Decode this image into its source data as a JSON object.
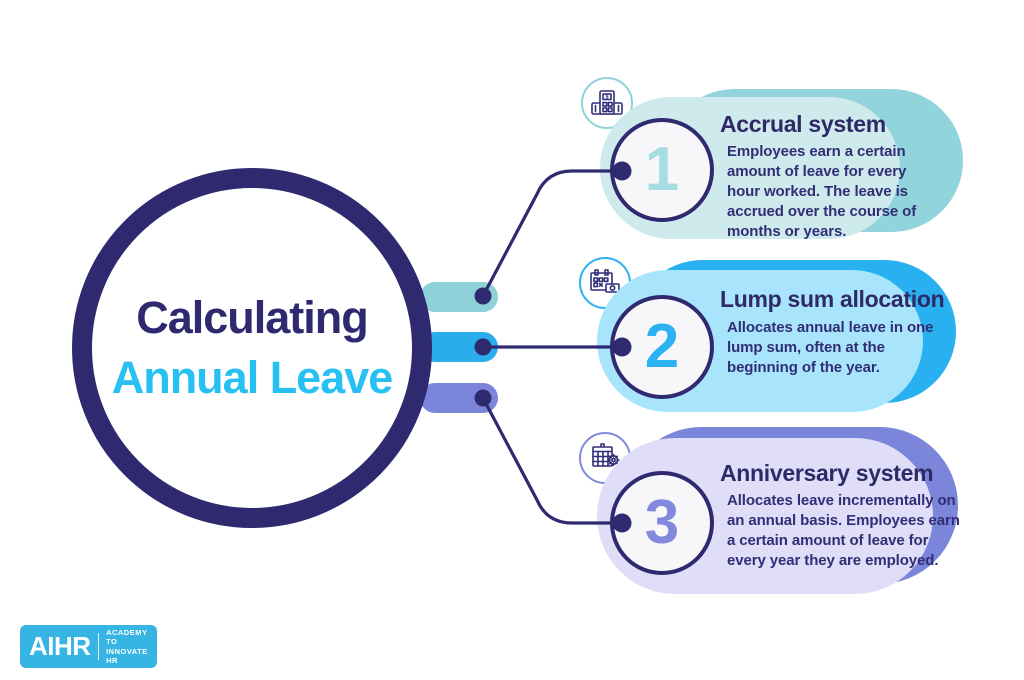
{
  "title": {
    "line1": "Calculating",
    "line2": "Annual Leave"
  },
  "cards": [
    {
      "number": "1",
      "title": "Accrual system",
      "body": "Employees earn a certain amount of leave for every hour worked. The leave is accrued over the course of months or years.",
      "icon": "calculator-money-icon",
      "colors": {
        "pill": "#cfeaed",
        "shadow": "#92d4db",
        "number": "#a6dde2",
        "bar": "#8ed1d8"
      }
    },
    {
      "number": "2",
      "title": "Lump sum allocation",
      "body": "Allocates annual leave in one lump sum, often at the beginning of the year.",
      "icon": "calendar-money-icon",
      "colors": {
        "pill": "#a8e4fb",
        "shadow": "#28b0f0",
        "number": "#2ab2f2",
        "bar": "#2aadea"
      }
    },
    {
      "number": "3",
      "title": "Anniversary system",
      "body": "Allocates leave incrementally on an annual basis. Employees earn a certain amount of leave for every year they are employed.",
      "icon": "calendar-gear-icon",
      "colors": {
        "pill": "#dfddf8",
        "shadow": "#7b85da",
        "number": "#8289dc",
        "bar": "#7b85da"
      }
    }
  ],
  "logo": {
    "brand": "AIHR",
    "tagline_line1": "ACADEMY TO",
    "tagline_line2": "INNOVATE HR"
  },
  "colors": {
    "navy": "#2f2a70",
    "cyan": "#27c0f2",
    "background": "#ffffff"
  }
}
